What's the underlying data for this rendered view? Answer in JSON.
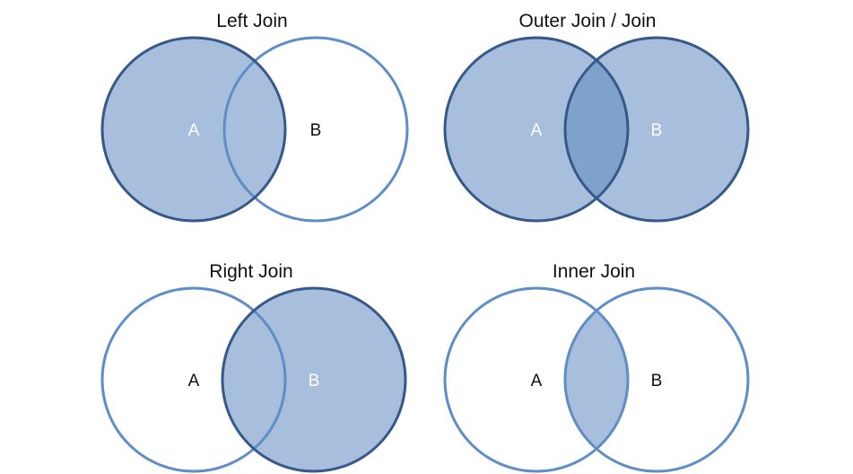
{
  "colors": {
    "fill": "#a7bfdd",
    "overlap_fill": "#7fa2cc",
    "highlight_stroke": "#36588a",
    "plain_stroke": "#5f8dc6",
    "label_on_fill": "#ffffff",
    "label_plain": "#111111"
  },
  "diagrams": [
    {
      "title": "Left Join",
      "label_a": "A",
      "label_b": "B",
      "shade": "a"
    },
    {
      "title": "Outer Join / Join",
      "label_a": "A",
      "label_b": "B",
      "shade": "both"
    },
    {
      "title": "Right Join",
      "label_a": "A",
      "label_b": "B",
      "shade": "b"
    },
    {
      "title": "Inner Join",
      "label_a": "A",
      "label_b": "B",
      "shade": "intersection"
    }
  ]
}
